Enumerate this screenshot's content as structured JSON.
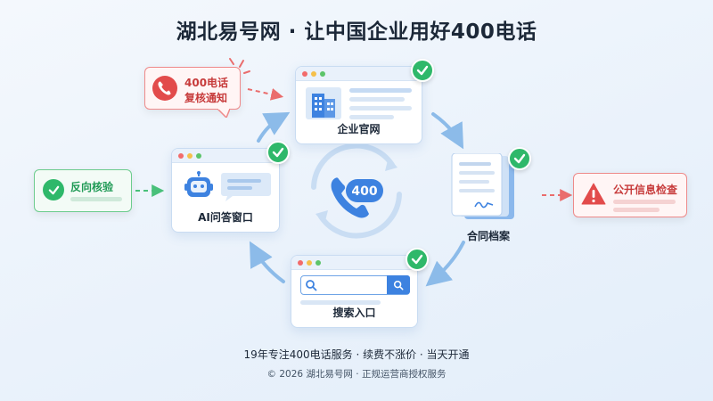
{
  "title": "湖北易号网 · 让中国企业用好400电话",
  "center": {
    "badge": "400"
  },
  "nodes": {
    "website": {
      "label": "企业官网"
    },
    "contract": {
      "label": "合同档案"
    },
    "search": {
      "label": "搜索入口"
    },
    "ai": {
      "label": "AI问答窗口"
    }
  },
  "cards": {
    "notice": {
      "line1": "400电话",
      "line2": "复核通知"
    },
    "verify": {
      "label": "反向核验"
    },
    "public": {
      "label": "公开信息检查"
    }
  },
  "footer": {
    "line1": "19年专注400电话服务 · 续费不涨价 · 当天开通",
    "line2": "© 2026 湖北易号网 · 正规运营商授权服务"
  },
  "colors": {
    "green": "#2fb86a",
    "red": "#e24b4b",
    "blue": "#3d82e0",
    "arrow": "#8cbbe9"
  },
  "icons": [
    "check-icon",
    "building-icon",
    "document-icon",
    "search-icon",
    "robot-icon",
    "chat-bubble-icon",
    "phone-icon",
    "warning-icon",
    "refresh-ring-icon"
  ]
}
